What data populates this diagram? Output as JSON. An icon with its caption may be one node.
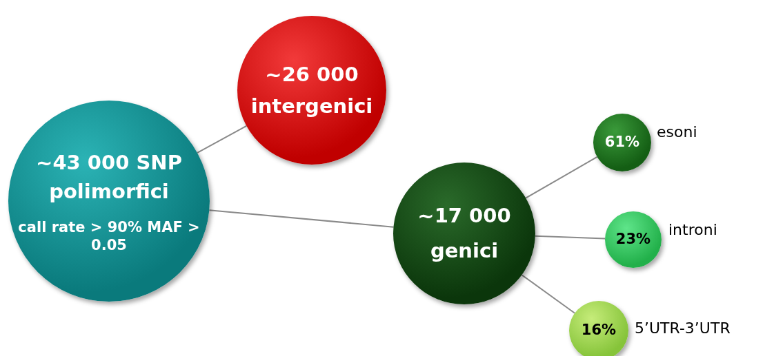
{
  "diagram": {
    "nodes": [
      {
        "text": [
          "~43 000 SNP polimorfici",
          "call rate > 90% MAF > 0.05"
        ]
      },
      {
        "text": [
          "~26 000 intergenici"
        ]
      },
      {
        "text": [
          "~17 000 genici"
        ]
      },
      {
        "text": [
          "61%"
        ],
        "beside": [
          "esoni"
        ]
      },
      {
        "text": [
          "23%"
        ],
        "beside": [
          "introni"
        ]
      },
      {
        "text": [
          "16%"
        ],
        "beside": [
          "5’UTR-3’UTR"
        ]
      }
    ],
    "edges": [
      {
        "from": 0,
        "to": 1,
        "arrow": "none"
      },
      {
        "from": 0,
        "to": 2,
        "arrow": "none"
      },
      {
        "from": 2,
        "to": 3,
        "arrow": "none"
      },
      {
        "from": 2,
        "to": 4,
        "arrow": "none"
      },
      {
        "from": 2,
        "to": 5,
        "arrow": "none"
      }
    ]
  }
}
